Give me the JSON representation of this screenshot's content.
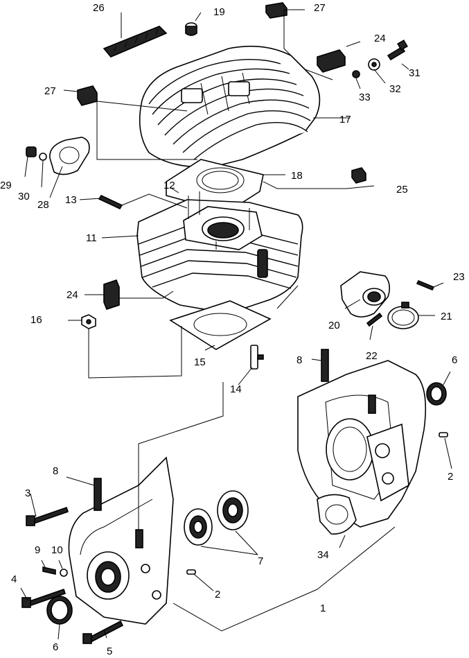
{
  "callouts": {
    "c1": "1",
    "c2a": "2",
    "c2b": "2",
    "c3": "3",
    "c4": "4",
    "c5": "5",
    "c6a": "6",
    "c6b": "6",
    "c7": "7",
    "c8a": "8",
    "c8b": "8",
    "c9": "9",
    "c10": "10",
    "c11": "11",
    "c12": "12",
    "c13": "13",
    "c14": "14",
    "c15": "15",
    "c16": "16",
    "c17": "17",
    "c18": "18",
    "c19": "19",
    "c20": "20",
    "c21": "21",
    "c22": "22",
    "c23": "23",
    "c24a": "24",
    "c24b": "24",
    "c25": "25",
    "c26": "26",
    "c27a": "27",
    "c27b": "27",
    "c28": "28",
    "c29": "29",
    "c30": "30",
    "c31": "31",
    "c32": "32",
    "c33": "33",
    "c34": "34"
  }
}
